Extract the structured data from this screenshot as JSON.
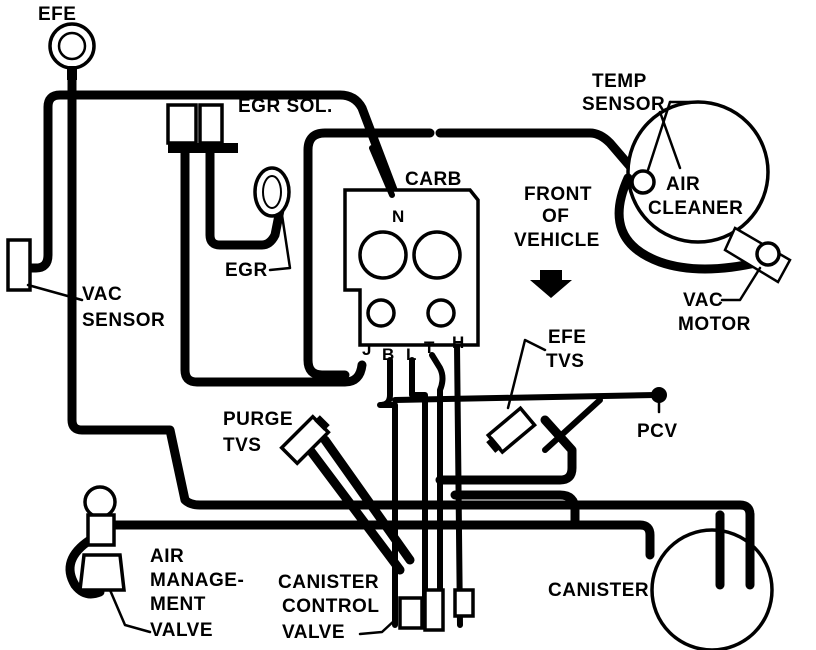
{
  "labels": {
    "efe": "EFE",
    "egr_sol": "EGR SOL.",
    "carb": "CARB",
    "temp_sensor_1": "TEMP",
    "temp_sensor_2": "SENSOR",
    "air_cleaner_1": "AIR",
    "air_cleaner_2": "CLEANER",
    "front_1": "FRONT",
    "front_2": "OF",
    "front_3": "VEHICLE",
    "egr": "EGR",
    "vac_sensor_1": "VAC",
    "vac_sensor_2": "SENSOR",
    "vac_motor_1": "VAC",
    "vac_motor_2": "MOTOR",
    "port_n": "N",
    "port_j": "J",
    "port_b": "B",
    "port_l": "L",
    "port_t": "T",
    "port_h": "H",
    "efe_tvs_1": "EFE",
    "efe_tvs_2": "TVS",
    "purge_tvs_1": "PURGE",
    "purge_tvs_2": "TVS",
    "pcv": "PCV",
    "air_mgmt_1": "AIR",
    "air_mgmt_2": "MANAGE-",
    "air_mgmt_3": "MENT",
    "air_mgmt_4": "VALVE",
    "canister_control_1": "CANISTER",
    "canister_control_2": "CONTROL",
    "canister_control_3": "VALVE",
    "canister": "CANISTER"
  },
  "icons": {
    "direction_arrow": "down-arrow-icon"
  }
}
